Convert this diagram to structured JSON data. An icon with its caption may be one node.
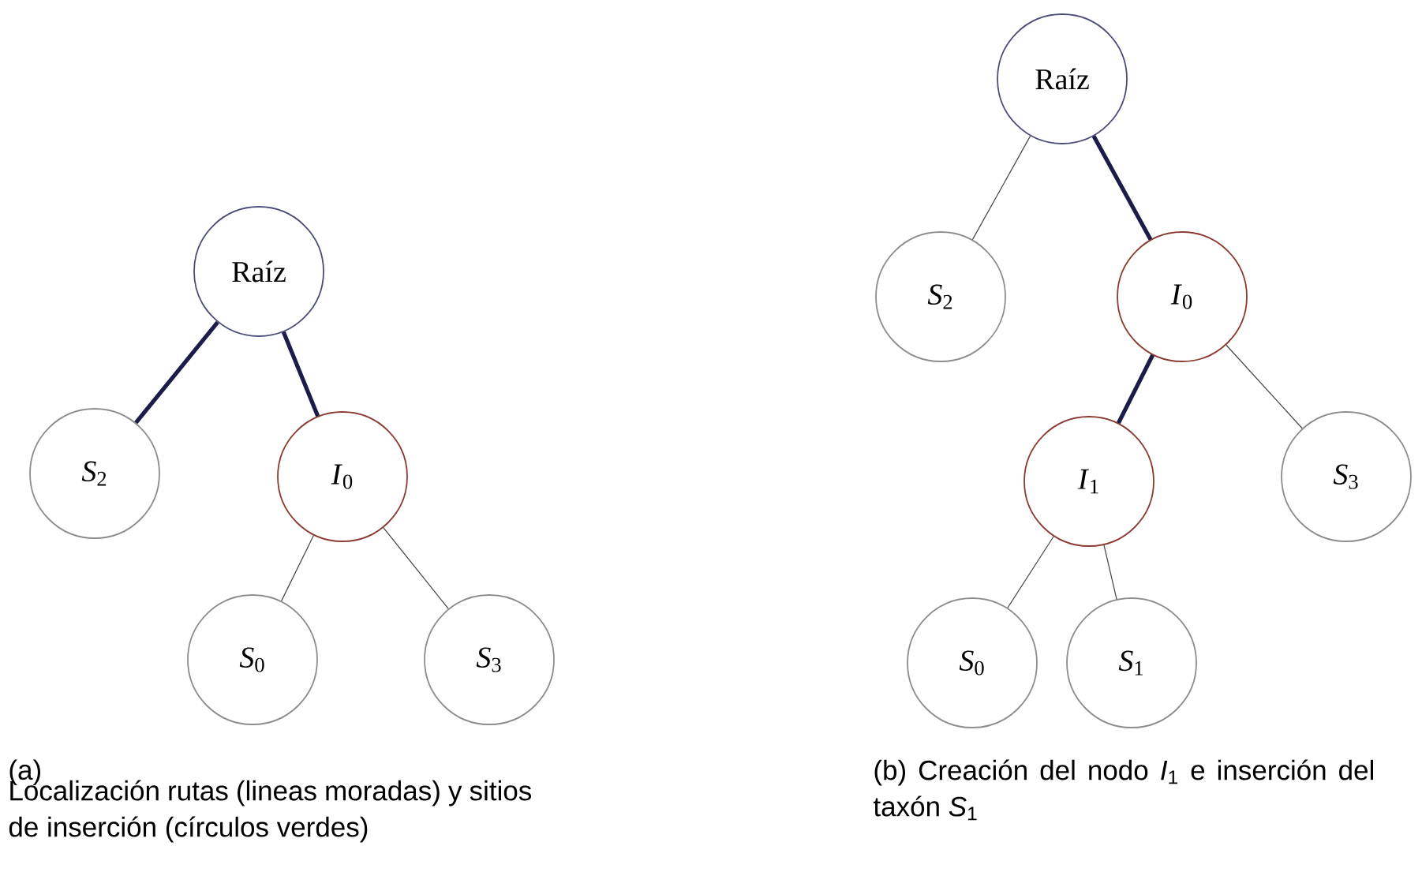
{
  "diagram": {
    "nodes": [
      {
        "text": [
          "Raíz"
        ]
      },
      {
        "text": [
          "*S*$_{2}$"
        ]
      },
      {
        "text": [
          "*I*$_{0}$"
        ]
      },
      {
        "text": [
          "*S*$_{0}$"
        ]
      },
      {
        "text": [
          "*S*$_{3}$"
        ]
      },
      {
        "text": [
          "Raíz"
        ]
      },
      {
        "text": [
          "*S*$_{2}$"
        ]
      },
      {
        "text": [
          "*I*$_{0}$"
        ]
      },
      {
        "text": [
          "*I*$_{1}$"
        ]
      },
      {
        "text": [
          "*S*$_{3}$"
        ]
      },
      {
        "text": [
          "*S*$_{0}$"
        ]
      },
      {
        "text": [
          "*S*$_{1}$"
        ]
      }
    ],
    "edges": [
      {
        "from": 0,
        "to": 1,
        "arrow": "none",
        "style": "thick",
        "color": "#1c1c48"
      },
      {
        "from": 0,
        "to": 2,
        "arrow": "none",
        "style": "thick",
        "color": "#1c1c48"
      },
      {
        "from": 2,
        "to": 3,
        "arrow": "none"
      },
      {
        "from": 2,
        "to": 4,
        "arrow": "none"
      },
      {
        "from": 5,
        "to": 6,
        "arrow": "none"
      },
      {
        "from": 5,
        "to": 7,
        "arrow": "none",
        "style": "thick",
        "color": "#1c1c48"
      },
      {
        "from": 7,
        "to": 8,
        "arrow": "none",
        "style": "thick",
        "color": "#1c1c48"
      },
      {
        "from": 7,
        "to": 9,
        "arrow": "none"
      },
      {
        "from": 8,
        "to": 10,
        "arrow": "none"
      },
      {
        "from": 8,
        "to": 11,
        "arrow": "none"
      }
    ],
    "labels": [
      "(a)",
      "Localización rutas (lineas moradas) y sitios de inserción (círculos verdes)",
      "(b) Creación del nodo *I*$_{1}$ e inserción del taxón *S*$_{1}$"
    ]
  }
}
